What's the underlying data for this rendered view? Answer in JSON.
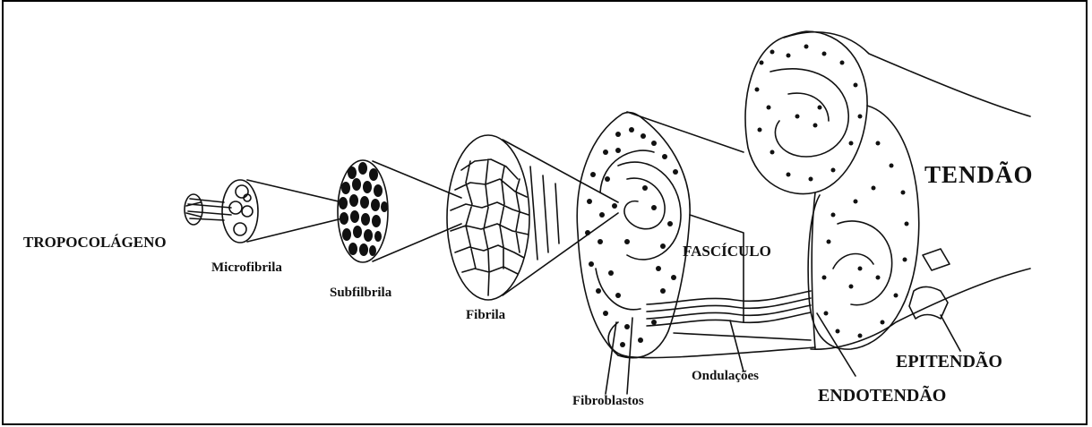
{
  "labels": {
    "tropocolageno": "TROPOCOLÁGENO",
    "microfibrila": "Microfibrila",
    "subfilbrila": "Subfilbrila",
    "fibrila": "Fibrila",
    "fasciculo": "FASCÍCULO",
    "tendao": "TENDÃO",
    "fibroblastos": "Fibroblastos",
    "ondulacoes": "Ondulações",
    "endotendao": "ENDOTENDÃO",
    "epitendao": "EPITENDÃO"
  }
}
